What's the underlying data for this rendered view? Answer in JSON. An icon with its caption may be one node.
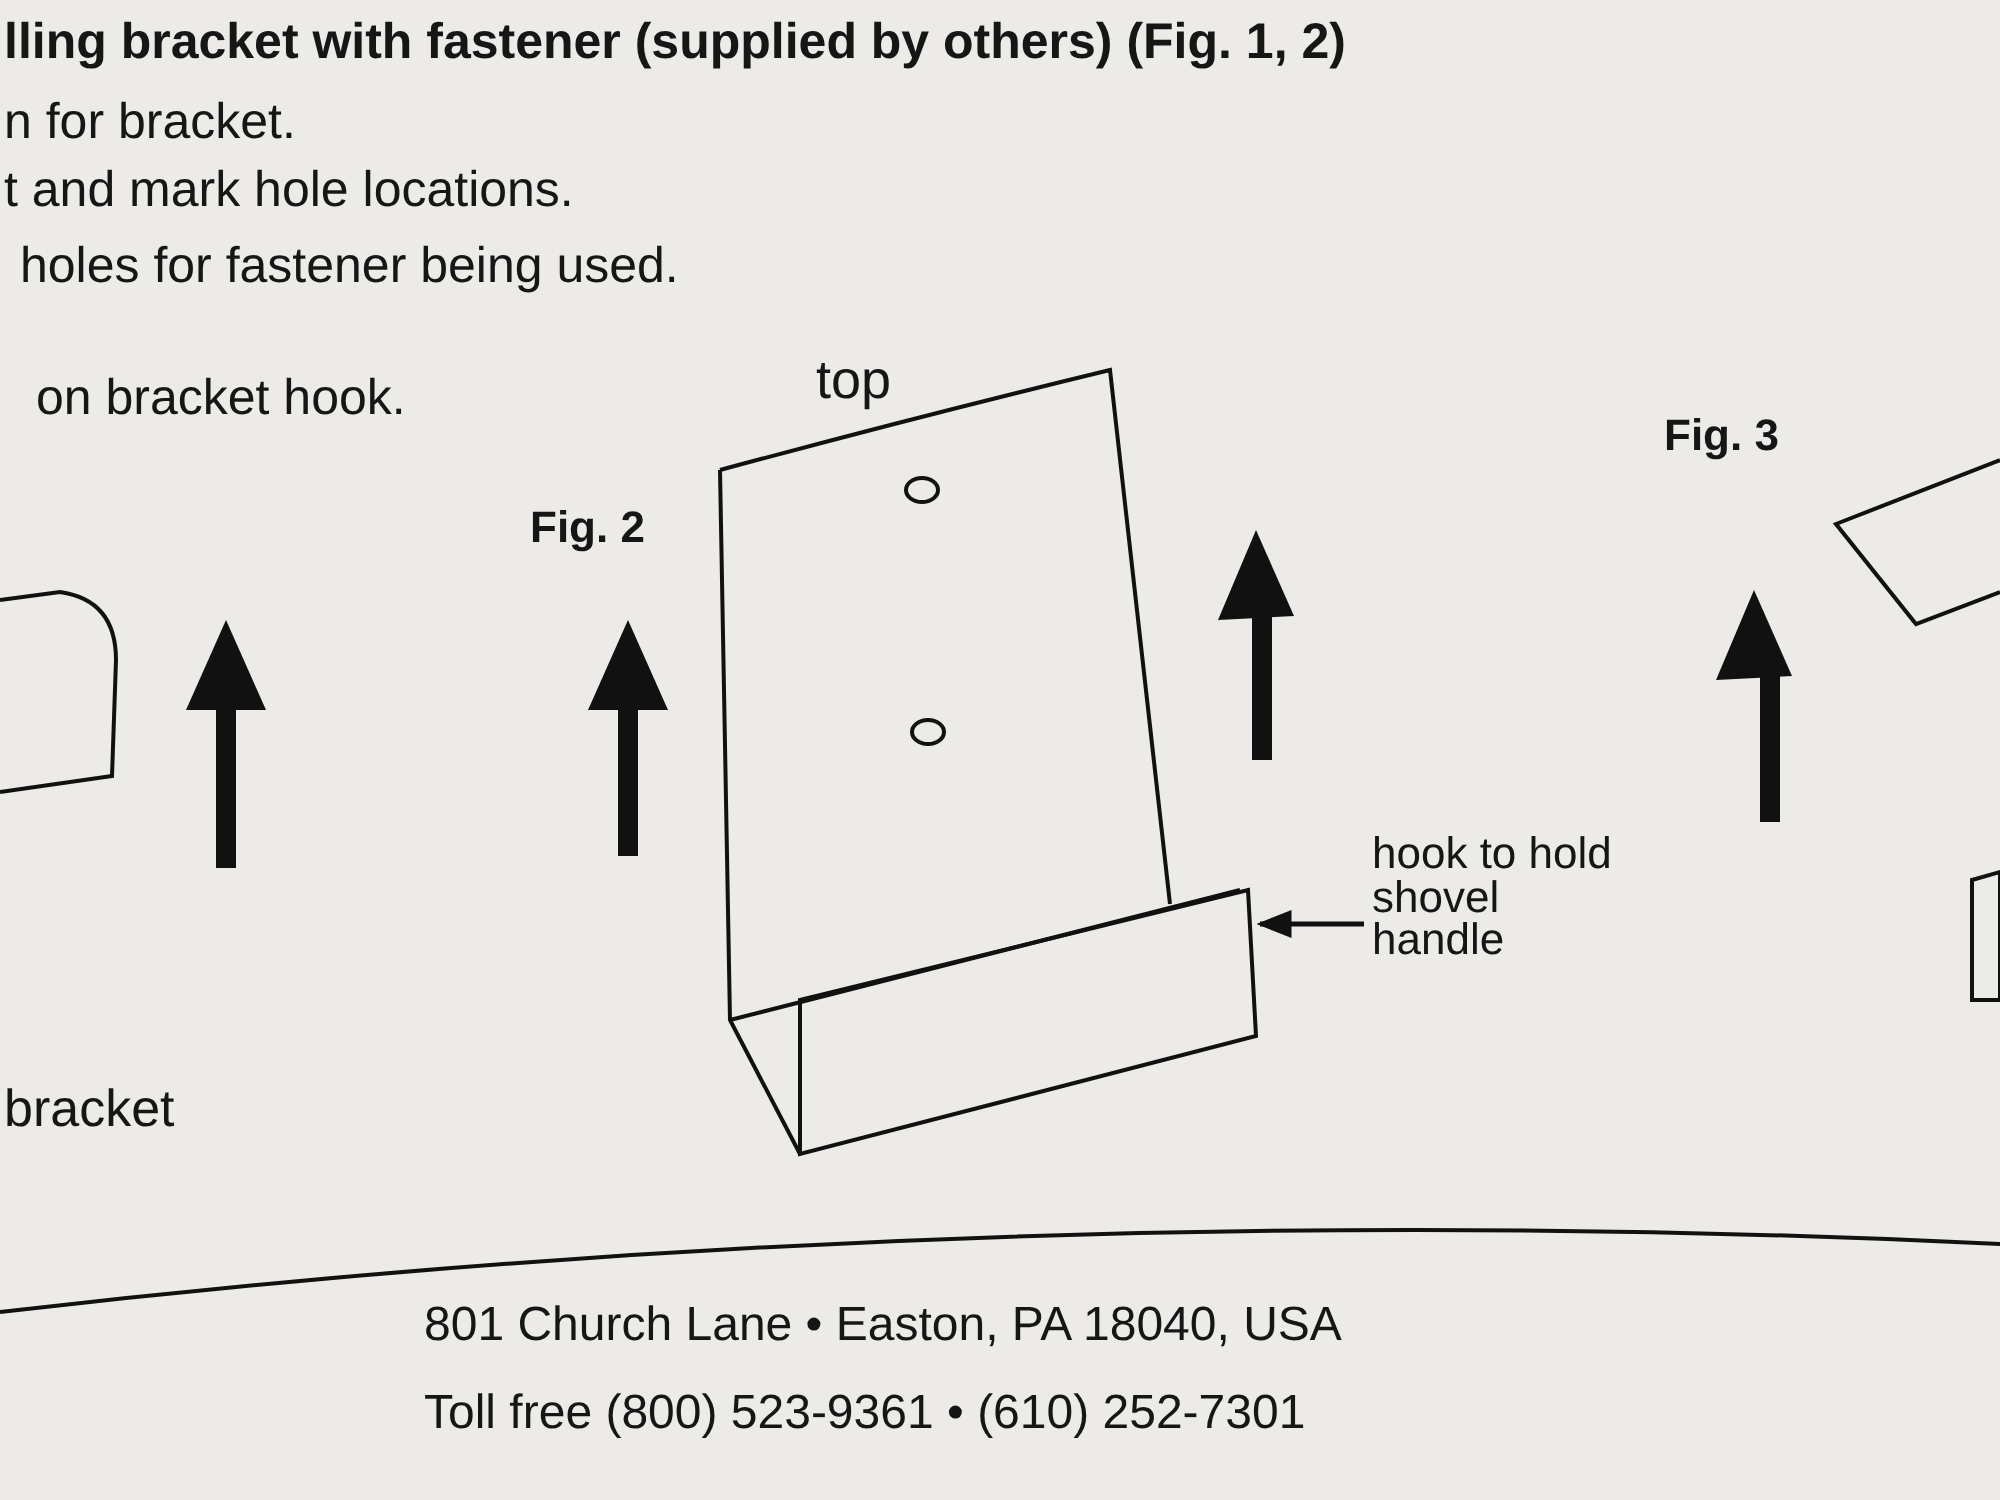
{
  "diagram": {
    "nodes": [
      {
        "text": [
          "hook to hold shovel handle"
        ]
      },
      {
        "text": [],
        "shape": "box"
      }
    ],
    "edges": [
      {
        "from": 0,
        "to": 1,
        "arrow": "to"
      }
    ],
    "labels": [
      "lling bracket with fastener (supplied by others) (Fig. 1, 2)",
      "n for bracket.",
      "t and mark hole locations.",
      "holes for fastener being used.",
      "on bracket hook.",
      "top",
      "Fig. 3",
      "Fig. 2",
      "bracket",
      "801 Church Lane • Easton, PA 18040, USA",
      "Toll free (800) 523-9361 • (610) 252-7301"
    ]
  }
}
